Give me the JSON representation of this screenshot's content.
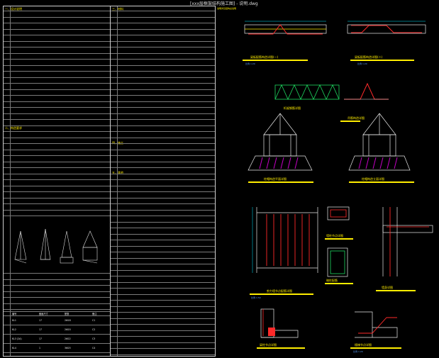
{
  "window": {
    "title": "[xxx层框架结构施工图] - 说明.dwg"
  },
  "left_sheet": {
    "section_a_header": "一、设计说明",
    "section_b_header": "二、构造要求",
    "table_headers": [
      "编号",
      "截面尺寸",
      "配筋",
      "备注"
    ],
    "table_rows": [
      [
        "KL1",
        "17",
        "2Φ18",
        "C1"
      ],
      [
        "KL2",
        "17",
        "2Φ20",
        "C2"
      ],
      [
        "KL3 (2A)",
        "17",
        "2Φ22",
        "C3"
      ],
      [
        "KL4",
        "1",
        "3Φ25",
        "C4"
      ]
    ]
  },
  "right_sheet": {
    "section_a_header": "三、材料",
    "section_b_header": "四、施工",
    "section_c_header": "五、其他"
  },
  "drawing": {
    "top_note": "说明详见结构总说明",
    "detail_labels": [
      "梁板配筋构造详图(一)",
      "梁板配筋构造详图(二)",
      "桁架钢筋详图",
      "吊筋构造详图",
      "柱帽构造平面详图",
      "柱帽构造立面详图",
      "剪力墙节点配筋详图",
      "墙柱节点详图",
      "暗柱配筋",
      "墙身详图",
      "梁柱节点详图",
      "楼梯节点详图"
    ],
    "scale_notes": [
      "比例 1:20",
      "比例 1:20",
      "比例 1:50",
      "比例 1:20"
    ]
  },
  "colors": {
    "background": "#000000",
    "text": "#e8e8e8",
    "accent": "#ffee00",
    "rebar": "#ff2a2a",
    "dimension": "#00e5ff",
    "hatch": "#c000c0",
    "note": "#5aa0ff"
  }
}
